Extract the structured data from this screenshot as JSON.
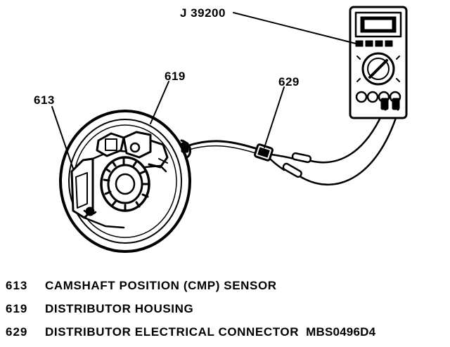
{
  "callouts": {
    "tool": "J 39200",
    "housing": "619",
    "sensor": "613",
    "connector": "629"
  },
  "legend": [
    {
      "number": "613",
      "text": "CAMSHAFT POSITION (CMP) SENSOR"
    },
    {
      "number": "619",
      "text": "DISTRIBUTOR HOUSING"
    },
    {
      "number": "629",
      "text": "DISTRIBUTOR ELECTRICAL CONNECTOR"
    }
  ],
  "figure_ref": "MBS0496D4"
}
